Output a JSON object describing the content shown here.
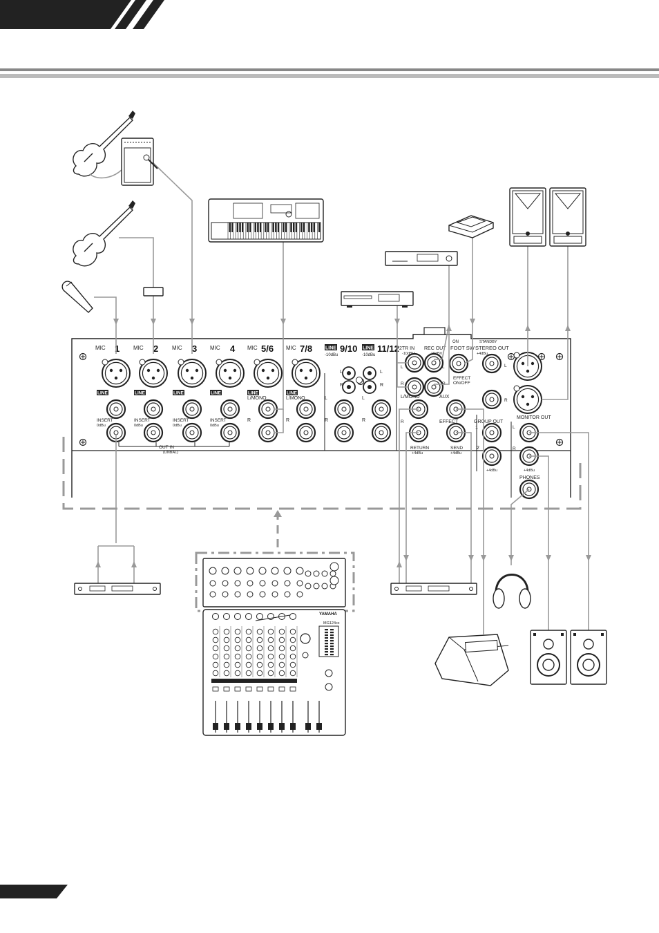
{
  "mixer": {
    "mic_labels": [
      "MIC",
      "MIC",
      "MIC",
      "MIC",
      "MIC",
      "MIC"
    ],
    "channel_numbers": [
      "1",
      "2",
      "3",
      "4",
      "5/6",
      "7/8"
    ],
    "stereo_numbers": [
      "9/10",
      "11/12"
    ],
    "line_badge": "LINE",
    "line_level": "-10dBu",
    "insert_label": "INSERT",
    "insert_level": "0dBu",
    "l_mono": "L/MONO",
    "l": "L",
    "r": "R",
    "out_in": "OUT IN",
    "unbal": "(UNBAL)",
    "two_tr_in": "2TR IN",
    "two_tr_level": "-10dBV",
    "rec_out": "REC OUT",
    "rec_level": "-10dBV",
    "foot_sw": "FOOT SW",
    "on": "ON",
    "standby": "STANDBY",
    "stereo_out": "STEREO OUT",
    "plus4": "+4dBu",
    "effect_onoff_1": "EFFECT",
    "effect_onoff_2": "ON/OFF",
    "aux": "AUX",
    "effect": "EFFECT",
    "return": "RETURN",
    "send": "SEND",
    "group_out": "GROUP OUT",
    "group_1": "1",
    "group_2": "2",
    "monitor_out": "MONITOR OUT",
    "phones": "PHONES"
  },
  "devices": {
    "small_mixer_brand": "YAMAHA",
    "small_mixer_model": "MG124cx"
  },
  "colors": {
    "cable": "#999999",
    "dashed_line": "#999999",
    "header_band": "#222222",
    "rule_dark": "#888888",
    "rule_light": "#bbbbbb"
  },
  "icons": [
    "xlr-jack-icon",
    "phone-jack-icon",
    "rca-jack-icon",
    "screw-icon",
    "electric-guitar-icon",
    "guitar-amp-icon",
    "microphone-icon",
    "synthesizer-icon",
    "cd-player-icon",
    "recorder-icon",
    "footswitch-icon",
    "pa-speaker-icon",
    "headphones-icon",
    "studio-monitor-icon",
    "rack-effect-icon",
    "floor-monitor-icon"
  ]
}
